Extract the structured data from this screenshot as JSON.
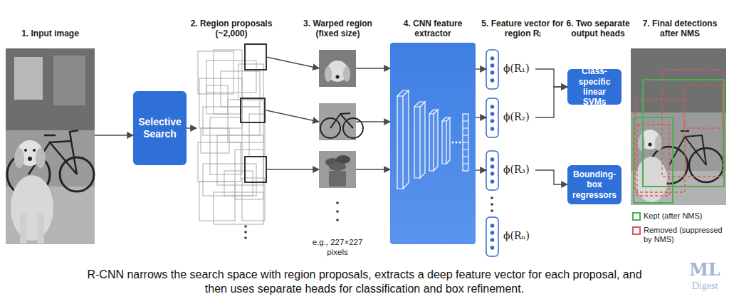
{
  "diagram": {
    "caption": "R-CNN narrows the search space with region proposals, extracts a deep feature vector for each proposal, and then uses separate heads for classification and box refinement.",
    "nodes": [
      {
        "text": [
          "1. Input image"
        ]
      },
      {
        "text": [
          "Selective Search"
        ]
      },
      {
        "text": [
          "2. Region proposals (~2,000)"
        ]
      },
      {
        "text": [
          "3. Warped region (fixed size)",
          "e.g., 227×227 pixels"
        ]
      },
      {
        "text": [
          "4. CNN feature extractor"
        ]
      },
      {
        "text": [
          "5. Feature vector for region Rᵢ"
        ]
      },
      {
        "text": [
          "ϕ(R₁)"
        ],
        "in": 5
      },
      {
        "text": [
          "ϕ(R₂)"
        ],
        "in": 5
      },
      {
        "text": [
          "ϕ(R₃)"
        ],
        "in": 5
      },
      {
        "text": [
          "ϕ(Rₙ)"
        ],
        "in": 5
      },
      {
        "text": [
          "6. Two separate output heads"
        ]
      },
      {
        "text": [
          "Class-specific linear SVMs"
        ],
        "in": 10
      },
      {
        "text": [
          "Bounding-box regressors"
        ],
        "in": 10
      },
      {
        "text": [
          "7. Final detections after NMS"
        ]
      }
    ],
    "edges": [
      {
        "from": 0,
        "to": 1,
        "arrow": "to"
      },
      {
        "from": 1,
        "to": 2,
        "arrow": "to"
      },
      {
        "from": 2,
        "to": 3,
        "arrow": "to"
      },
      {
        "from": 2,
        "to": 3,
        "arrow": "to"
      },
      {
        "from": 2,
        "to": 3,
        "arrow": "to"
      },
      {
        "from": 3,
        "to": 4,
        "arrow": "to"
      },
      {
        "from": 3,
        "to": 4,
        "arrow": "to"
      },
      {
        "from": 3,
        "to": 4,
        "arrow": "to"
      },
      {
        "from": 4,
        "to": 6,
        "arrow": "to"
      },
      {
        "from": 4,
        "to": 7,
        "arrow": "to"
      },
      {
        "from": 4,
        "to": 8,
        "arrow": "to"
      },
      {
        "from": 6,
        "to": 11,
        "arrow": "to"
      },
      {
        "from": 7,
        "to": 11,
        "arrow": "to"
      },
      {
        "from": 8,
        "to": 12,
        "arrow": "to"
      }
    ],
    "labels": [
      "ML",
      "Digest"
    ],
    "legend": [
      {
        "text": "Kept (after NMS)"
      },
      {
        "text": "Removed (suppressed by NMS)"
      }
    ]
  }
}
